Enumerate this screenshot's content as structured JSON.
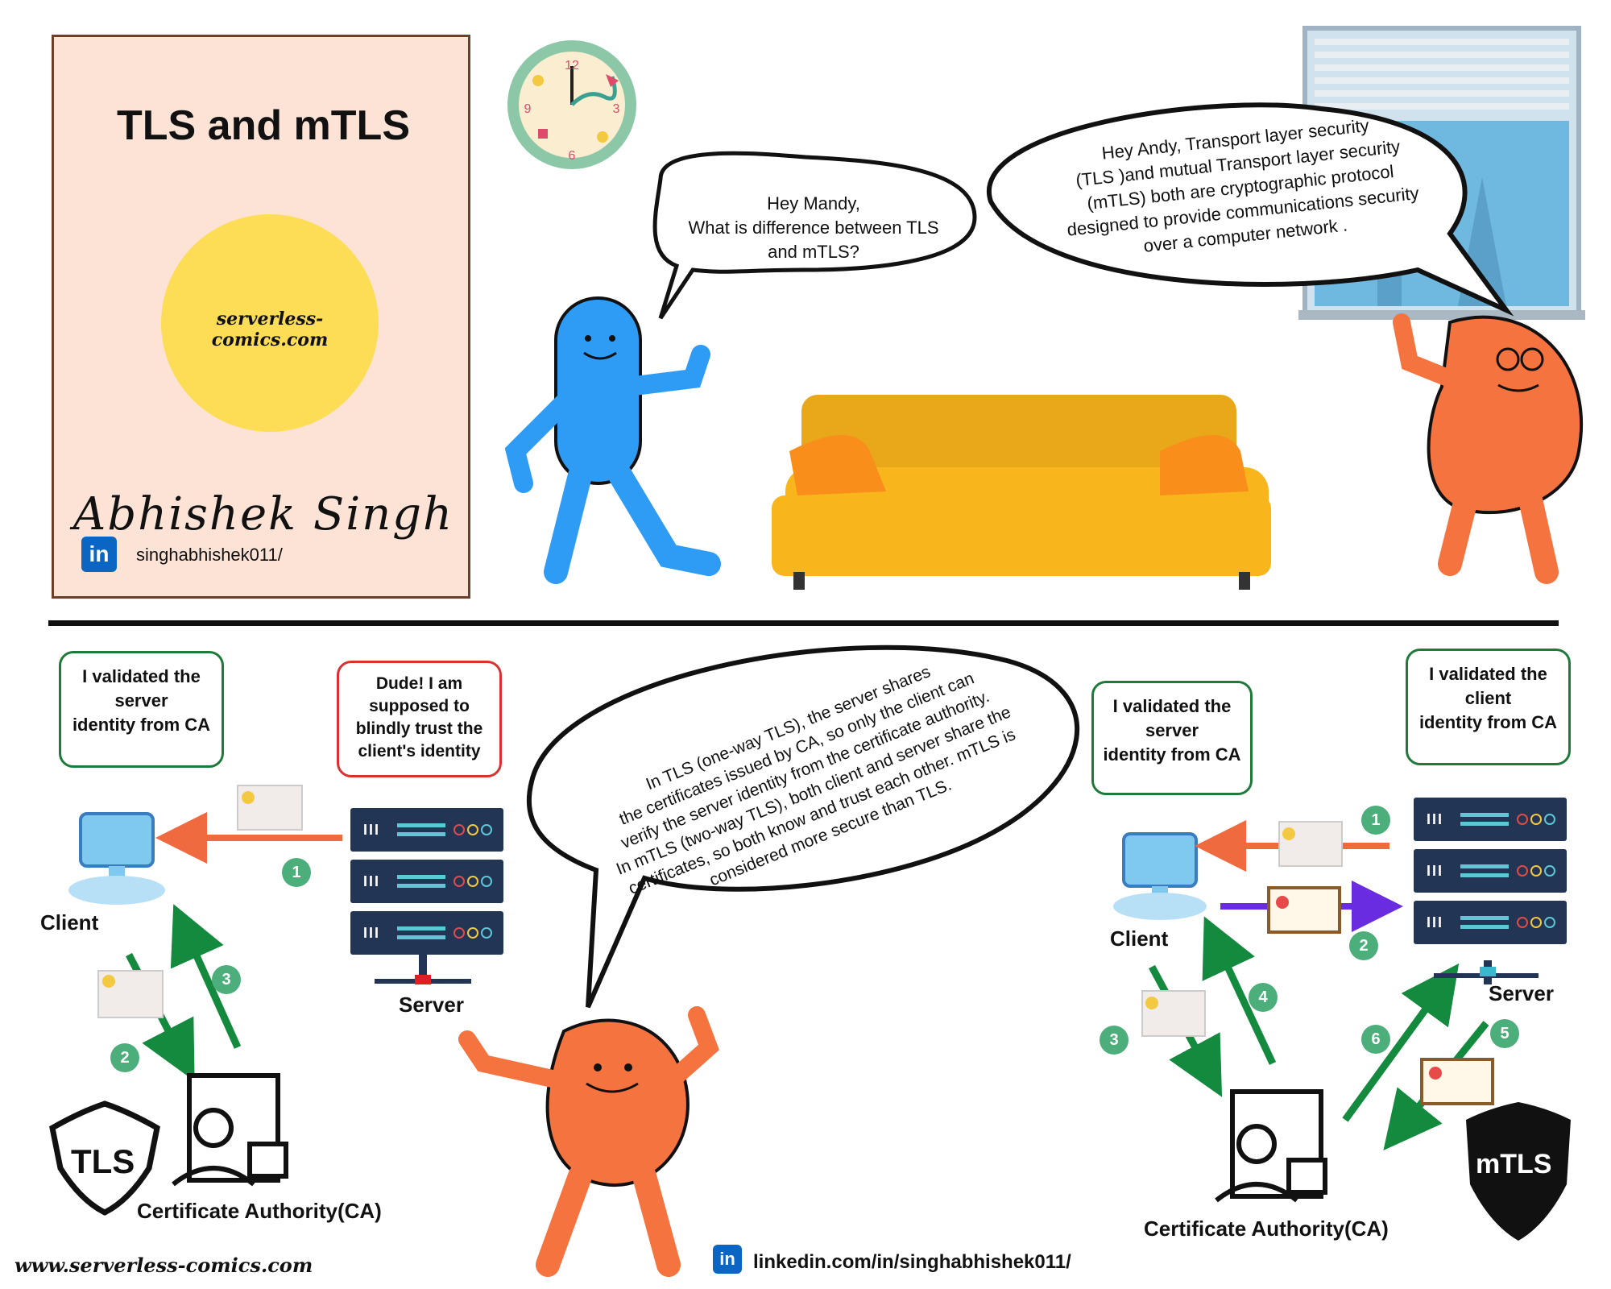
{
  "cover": {
    "title": "TLS and mTLS",
    "site": "serverless-comics.com",
    "author": "Abhishek Singh",
    "linkedin_icon": "in",
    "linkedin_handle": "singhabhishek011/"
  },
  "scene": {
    "andy_bubble": "Hey Mandy,\nWhat is difference between TLS\nand mTLS?",
    "mandy_bubble": "Hey Andy,  Transport layer security\n(TLS )and mutual Transport layer security\n(mTLS) both are cryptographic protocol\ndesigned to provide communications security\nover a computer network .",
    "clock_numbers": [
      "12",
      "3",
      "6",
      "9"
    ]
  },
  "tls": {
    "client_bubble": "I validated the\nserver\nidentity from CA",
    "server_bubble": "Dude! I am\nsupposed to\nblindly trust the\nclient's identity",
    "client_label": "Client",
    "server_label": "Server",
    "ca_label": "Certificate Authority(CA)",
    "badge": "TLS",
    "steps": [
      "1",
      "2",
      "3"
    ]
  },
  "explanation": "In TLS (one-way TLS), the server shares\nthe certificates issued by CA, so only the client can\nverify the server identity from the certificate authority.\nIn mTLS (two-way TLS), both client and server share the\ncertificates, so both know and trust each other. mTLS is\nconsidered more secure than TLS.",
  "mtls": {
    "client_bubble": "I validated the\nserver\nidentity from CA",
    "server_bubble": "I validated the\nclient\nidentity from CA",
    "client_label": "Client",
    "server_label": "Server",
    "ca_label": "Certificate Authority(CA)",
    "badge": "mTLS",
    "steps": [
      "1",
      "2",
      "3",
      "4",
      "5",
      "6"
    ]
  },
  "footer": {
    "site": "www.serverless-comics.com",
    "linkedin_icon": "in",
    "linkedin": "linkedin.com/in/singhabhishek011/"
  },
  "colors": {
    "andy": "#2e9cf5",
    "mandy": "#f5733f",
    "sofa": "#f8b61c",
    "cover_bg": "#fde3d6",
    "sun": "#fddd55",
    "server": "#223554",
    "green_arrow": "#138a3e",
    "orange_arrow": "#f06a3f",
    "purple_arrow": "#6a2ce0"
  }
}
